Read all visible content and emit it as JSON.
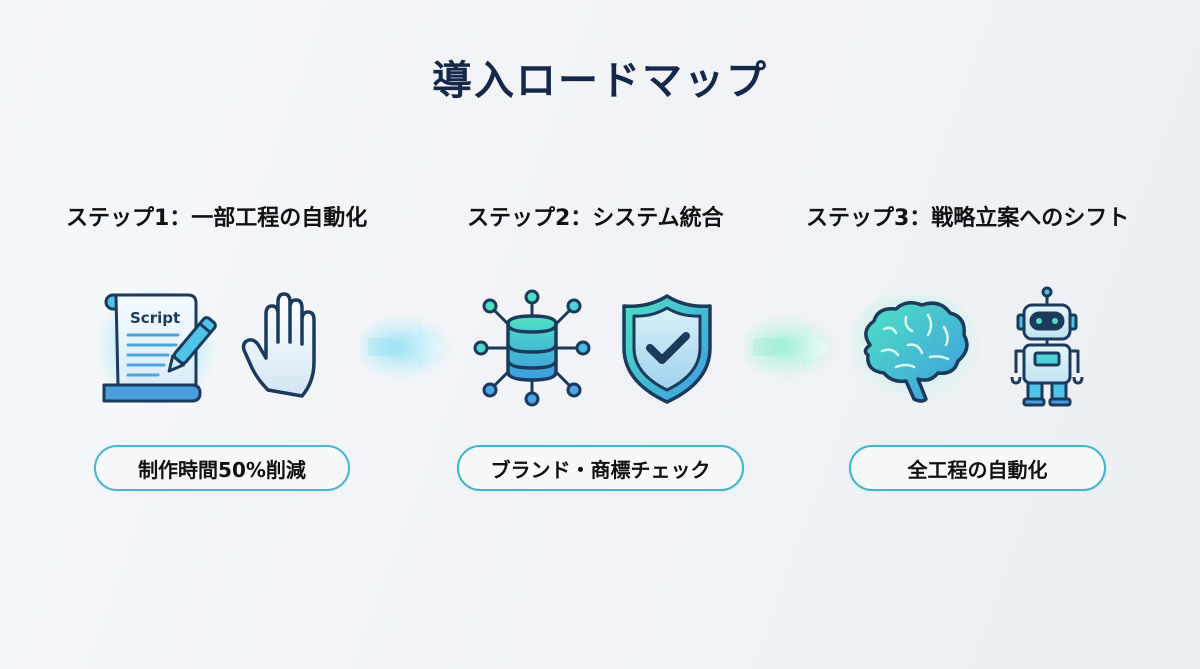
{
  "title": "導入ロードマップ",
  "steps": [
    {
      "heading": "ステップ1：一部工程の自動化",
      "icons": [
        "script-document-icon",
        "raised-hand-icon"
      ],
      "script_label": "Script",
      "badge": "制作時間50%削減"
    },
    {
      "heading": "ステップ2：システム統合",
      "icons": [
        "database-network-icon",
        "shield-check-icon"
      ],
      "badge": "ブランド・商標チェック"
    },
    {
      "heading": "ステップ3：戦略立案へのシフト",
      "icons": [
        "brain-icon",
        "robot-icon"
      ],
      "badge": "全工程の自動化"
    }
  ],
  "colors": {
    "title": "#16284a",
    "outline": "#1b3a5c",
    "cyan": "#49c6e0",
    "teal": "#3fd6b4",
    "blue": "#3e9be0",
    "pill_border": "#3fb7c8"
  }
}
